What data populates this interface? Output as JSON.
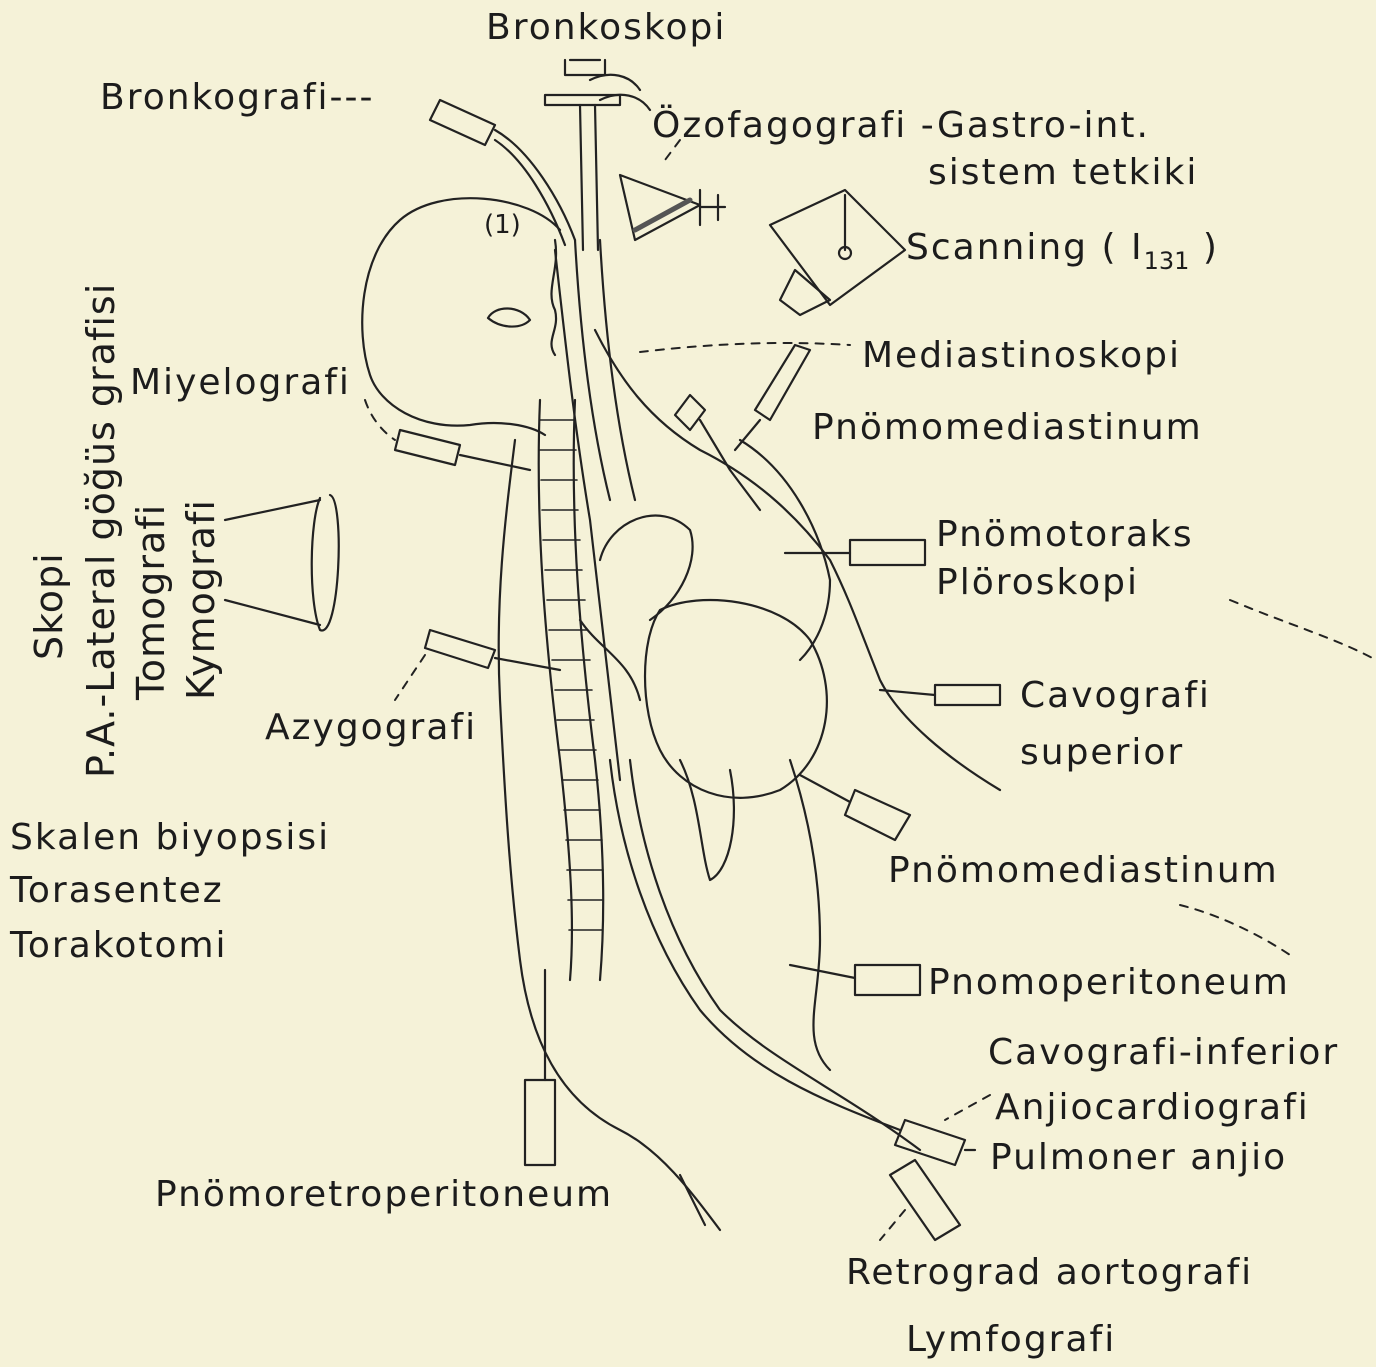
{
  "labels": {
    "bronkoskopi": "Bronkoskopi",
    "bronkografi": "Bronkografi---",
    "ozofagografi": "Özofagografi -Gastro-int.",
    "sistem_tetkiki": "sistem tetkiki",
    "scanning": "Scanning ( I",
    "scanning_sub": "131",
    "scanning_close": " )",
    "miyelografi": "Miyelografi",
    "mediastinoskopi": "Mediastinoskopi",
    "pnomomediastinum_top": "Pnömomediastinum",
    "pnomotoraks": "Pnömotoraks",
    "ploroskopi": "Plöroskopi",
    "azygografi": "Azygografi",
    "cavografi": "Cavografi",
    "superior": "superior",
    "skalen": "Skalen biyopsisi",
    "torasentez": "Torasentez",
    "torakotomi": "Torakotomi",
    "pnomomediastinum_bottom": "Pnömomediastinum",
    "pnomoperitoneum": "Pnomoperitoneum",
    "cavografi_inferior": "Cavografi-inferior",
    "anjiocardiografi": "Anjiocardiografi",
    "pulmoner": "Pulmoner anjio",
    "pnomoretro": "Pnömoretroperitoneum",
    "retrograd": "Retrograd aortografi",
    "lymfografi": "Lymfografi",
    "skopi": "Skopi",
    "pa_lateral": "P.A.-Lateral göğüs grafisi",
    "tomografi": "Tomografi",
    "kymografi": "Kymografi",
    "head_mark": "(1)"
  }
}
